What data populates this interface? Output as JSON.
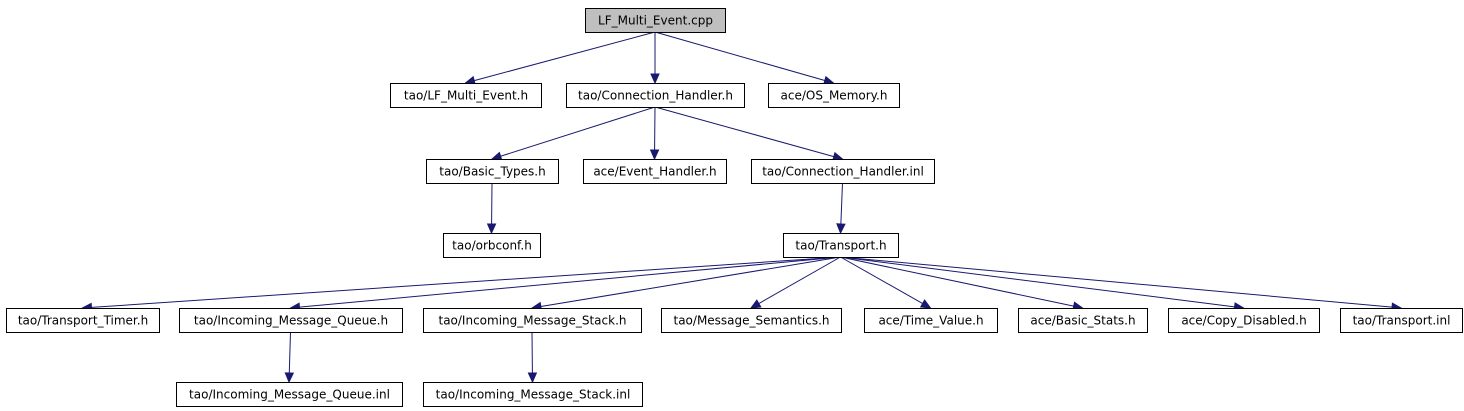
{
  "nodes": [
    {
      "id": "lf_multi_event_cpp",
      "label": "LF_Multi_Event.cpp",
      "root": true
    },
    {
      "id": "tao_lf_multi_event_h",
      "label": "tao/LF_Multi_Event.h"
    },
    {
      "id": "tao_connection_handler_h",
      "label": "tao/Connection_Handler.h"
    },
    {
      "id": "ace_os_memory_h",
      "label": "ace/OS_Memory.h"
    },
    {
      "id": "tao_basic_types_h",
      "label": "tao/Basic_Types.h"
    },
    {
      "id": "ace_event_handler_h",
      "label": "ace/Event_Handler.h"
    },
    {
      "id": "tao_connection_handler_inl",
      "label": "tao/Connection_Handler.inl"
    },
    {
      "id": "tao_orbconf_h",
      "label": "tao/orbconf.h"
    },
    {
      "id": "tao_transport_h",
      "label": "tao/Transport.h"
    },
    {
      "id": "tao_transport_timer_h",
      "label": "tao/Transport_Timer.h"
    },
    {
      "id": "tao_incoming_message_queue_h",
      "label": "tao/Incoming_Message_Queue.h"
    },
    {
      "id": "tao_incoming_message_stack_h",
      "label": "tao/Incoming_Message_Stack.h"
    },
    {
      "id": "tao_message_semantics_h",
      "label": "tao/Message_Semantics.h"
    },
    {
      "id": "ace_time_value_h",
      "label": "ace/Time_Value.h"
    },
    {
      "id": "ace_basic_stats_h",
      "label": "ace/Basic_Stats.h"
    },
    {
      "id": "ace_copy_disabled_h",
      "label": "ace/Copy_Disabled.h"
    },
    {
      "id": "tao_transport_inl",
      "label": "tao/Transport.inl"
    },
    {
      "id": "tao_incoming_message_queue_inl",
      "label": "tao/Incoming_Message_Queue.inl"
    },
    {
      "id": "tao_incoming_message_stack_inl",
      "label": "tao/Incoming_Message_Stack.inl"
    }
  ],
  "edges": [
    {
      "from": "lf_multi_event_cpp",
      "to": "tao_lf_multi_event_h"
    },
    {
      "from": "lf_multi_event_cpp",
      "to": "tao_connection_handler_h"
    },
    {
      "from": "lf_multi_event_cpp",
      "to": "ace_os_memory_h"
    },
    {
      "from": "tao_connection_handler_h",
      "to": "tao_basic_types_h"
    },
    {
      "from": "tao_connection_handler_h",
      "to": "ace_event_handler_h"
    },
    {
      "from": "tao_connection_handler_h",
      "to": "tao_connection_handler_inl"
    },
    {
      "from": "tao_basic_types_h",
      "to": "tao_orbconf_h"
    },
    {
      "from": "tao_connection_handler_inl",
      "to": "tao_transport_h"
    },
    {
      "from": "tao_transport_h",
      "to": "tao_transport_timer_h"
    },
    {
      "from": "tao_transport_h",
      "to": "tao_incoming_message_queue_h"
    },
    {
      "from": "tao_transport_h",
      "to": "tao_incoming_message_stack_h"
    },
    {
      "from": "tao_transport_h",
      "to": "tao_message_semantics_h"
    },
    {
      "from": "tao_transport_h",
      "to": "ace_time_value_h"
    },
    {
      "from": "tao_transport_h",
      "to": "ace_basic_stats_h"
    },
    {
      "from": "tao_transport_h",
      "to": "ace_copy_disabled_h"
    },
    {
      "from": "tao_transport_h",
      "to": "tao_transport_inl"
    },
    {
      "from": "tao_incoming_message_queue_h",
      "to": "tao_incoming_message_queue_inl"
    },
    {
      "from": "tao_incoming_message_stack_h",
      "to": "tao_incoming_message_stack_inl"
    }
  ],
  "colors": {
    "edge": "#191970",
    "root_fill": "#bfbfbf",
    "node_fill": "#ffffff",
    "node_border": "#000000"
  }
}
